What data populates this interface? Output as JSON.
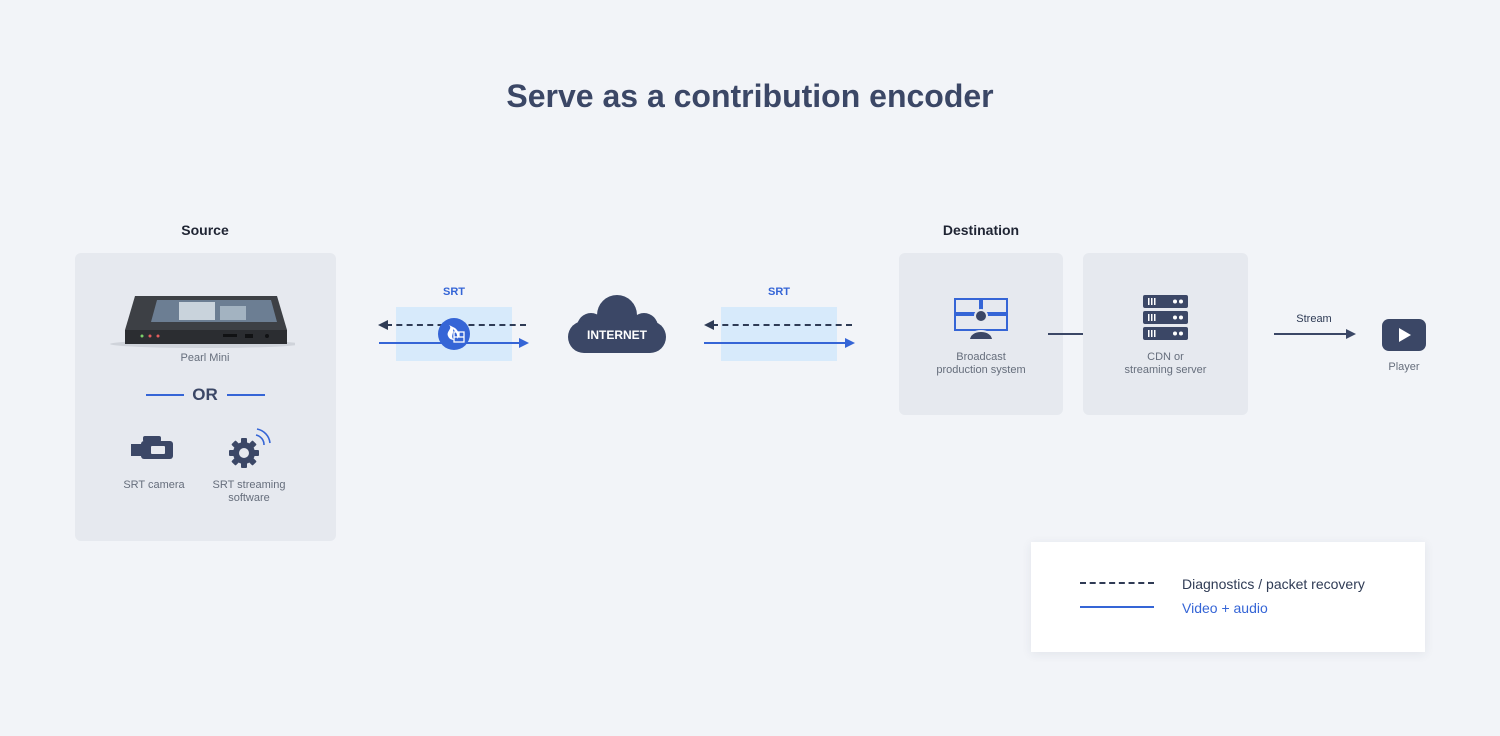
{
  "title": "Serve as a contribution encoder",
  "source": {
    "heading": "Source",
    "device_label": "Pearl Mini",
    "or_label": "OR",
    "camera_label": "SRT camera",
    "software_label_line1": "SRT streaming",
    "software_label_line2": "software"
  },
  "links": {
    "srt_left": "SRT",
    "internet_label": "INTERNET",
    "srt_right": "SRT"
  },
  "destination": {
    "heading": "Destination",
    "broadcast_line1": "Broadcast",
    "broadcast_line2": "production system",
    "cdn_line1": "CDN or",
    "cdn_line2": "streaming server",
    "stream_label": "Stream",
    "player_label": "Player"
  },
  "legend": {
    "diagnostics": "Diagnostics / packet recovery",
    "video": "Video + audio"
  },
  "colors": {
    "accent": "#3565d6",
    "dark": "#3b4766",
    "highlight": "#d7eafb"
  }
}
